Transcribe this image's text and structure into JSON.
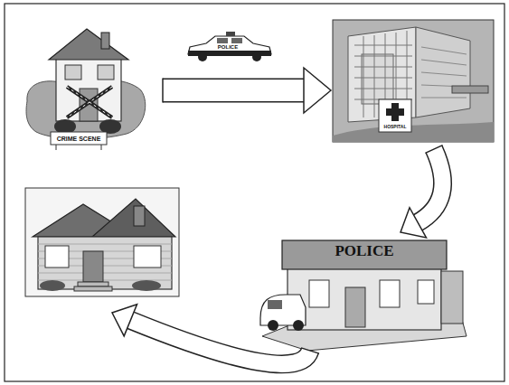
{
  "diagram": {
    "nodes": [
      {
        "text": [
          "CRIME SCENE"
        ]
      },
      {
        "text": [
          "HOSPITAL"
        ]
      },
      {
        "text": [
          "POLICE"
        ]
      },
      {
        "text": []
      }
    ],
    "edges": [
      {
        "from": 0,
        "to": 1,
        "arrow": "to",
        "label": "POLICE"
      },
      {
        "from": 1,
        "to": 2,
        "arrow": "to"
      },
      {
        "from": 2,
        "to": 3,
        "arrow": "to"
      }
    ]
  }
}
